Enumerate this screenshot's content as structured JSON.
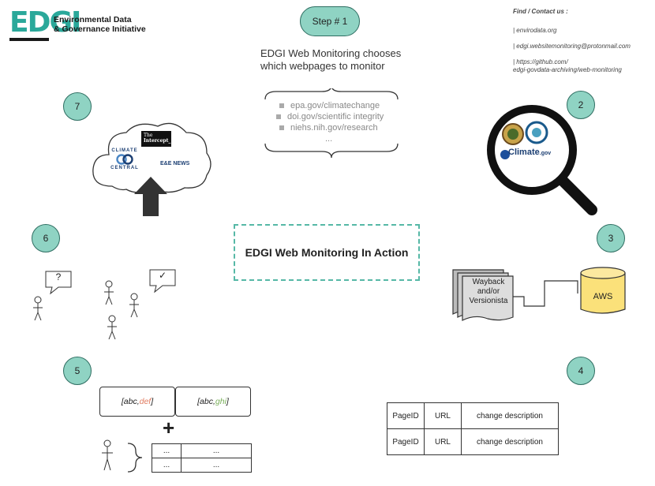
{
  "logo": {
    "mark": "EDGI",
    "line1": "Environmental Data",
    "line2": "& Governance Initiative"
  },
  "contact": {
    "title": "Find / Contact us :",
    "items": [
      "| envirodata.org",
      "| edgi.websitemonitoring@protonmail.com",
      "| https://github.com/",
      "edgi-govdata-archiving/web-monitoring"
    ]
  },
  "step": {
    "label": "Step # 1",
    "text_line1": "EDGI Web Monitoring chooses",
    "text_line2": "which webpages to monitor",
    "urls": [
      "epa.gov/climatechange",
      "doi.gov/scientific integrity",
      "niehs.nih.gov/research",
      "..."
    ]
  },
  "center_title": "EDGI Web Monitoring In Action",
  "badges": [
    "7",
    "2",
    "6",
    "3",
    "5",
    "4"
  ],
  "step2": {
    "climate_logo": "Climate",
    "climate_suffix": ".gov"
  },
  "step3": {
    "archive_line1": "Wayback",
    "archive_line2": "and/or",
    "archive_line3": "Versionista",
    "db_label": "AWS"
  },
  "step4": {
    "rows": [
      [
        "PageID",
        "URL",
        "change description"
      ],
      [
        "PageID",
        "URL",
        "change description"
      ]
    ]
  },
  "step5": {
    "box1_prefix": "[abc, ",
    "box1_highlight": "def",
    "box1_suffix": "]",
    "box2_prefix": "[abc, ",
    "box2_highlight": "ghi",
    "box2_suffix": "]",
    "plus": "+",
    "grid": [
      [
        "...",
        "..."
      ],
      [
        "...",
        "..."
      ]
    ]
  },
  "step6": {
    "bubble_question": "?",
    "bubble_check": "✓"
  },
  "step7": {
    "logo_intercept_line1": "The",
    "logo_intercept_line2": "Intercept_",
    "logo_climate_line1": "CLIMATE",
    "logo_climate_line2": "CENTRAL",
    "logo_ee": "E&E NEWS"
  },
  "colors": {
    "teal": "#8fd3c3",
    "teal_dark": "#2f6e62",
    "dashed": "#56b8a6",
    "db_yellow": "#fbe17a"
  }
}
